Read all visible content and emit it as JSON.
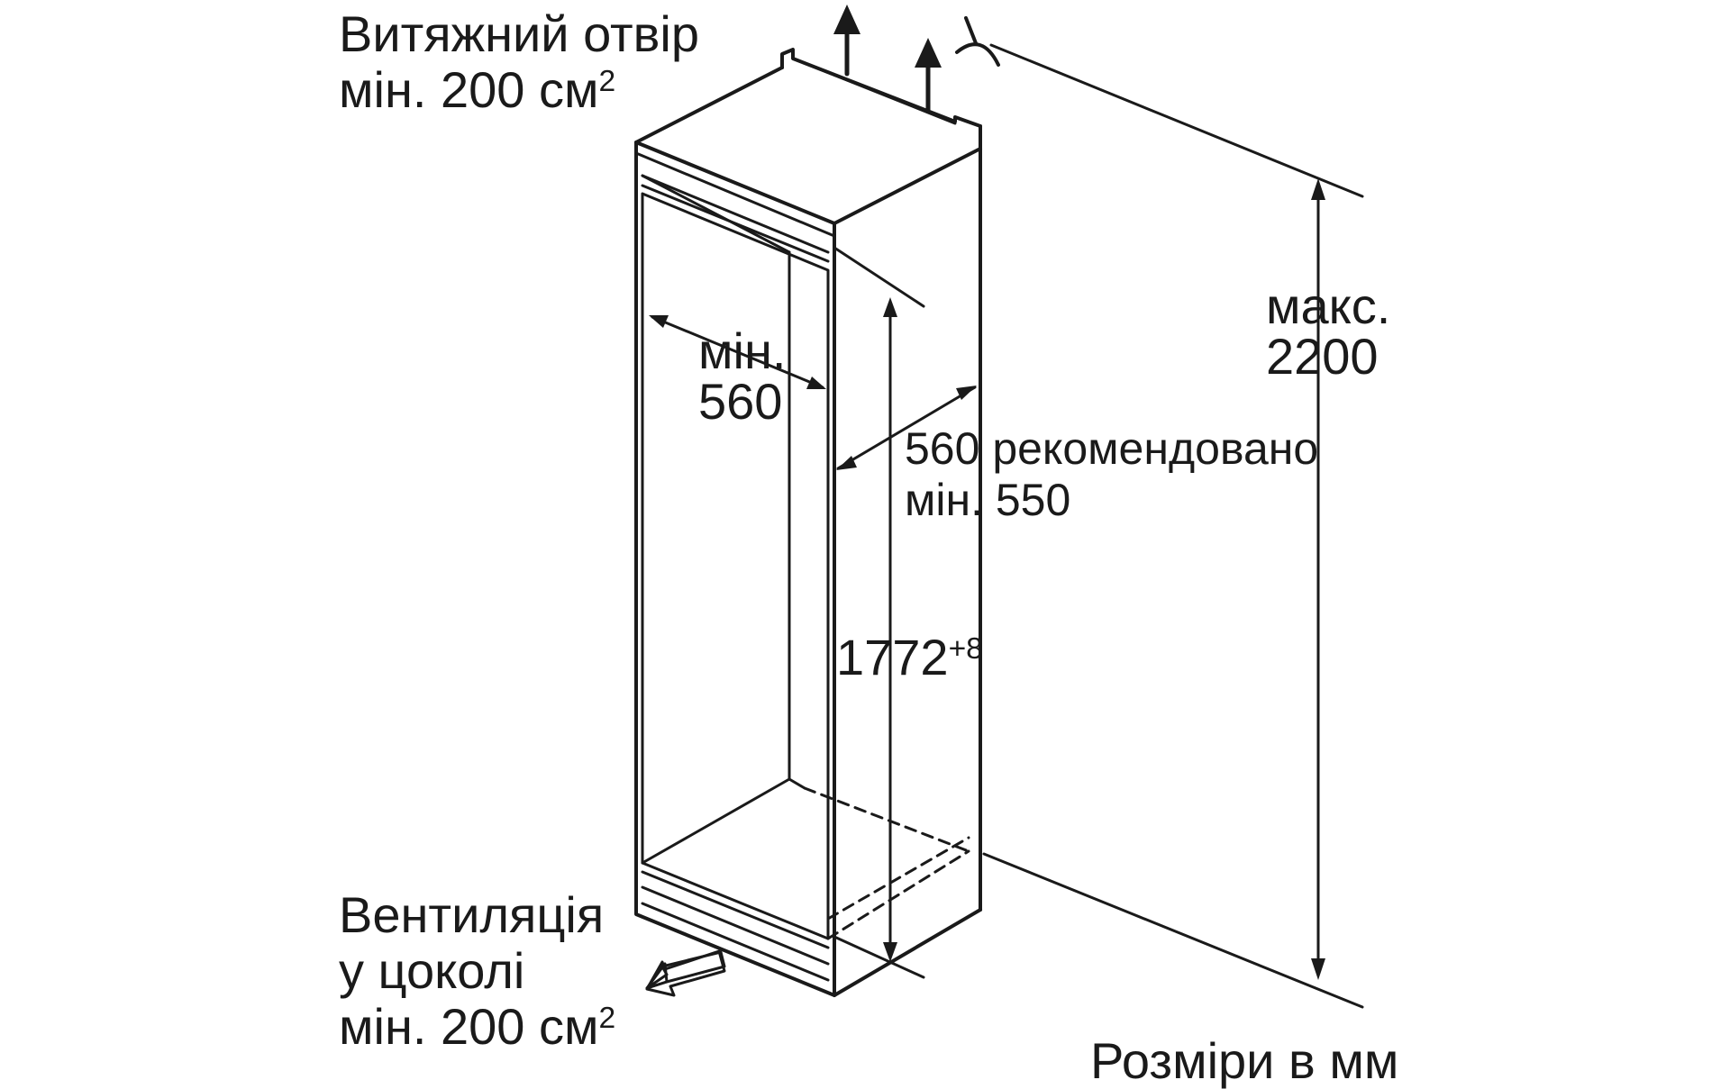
{
  "colors": {
    "stroke": "#1a1a1a",
    "background": "#ffffff"
  },
  "labels": {
    "exhaust_line1": "Витяжний отвір",
    "exhaust_line2": "мін. 200 см",
    "exhaust_sup": "2",
    "width_min_line1": "мін.",
    "width_min_line2": "560",
    "depth_rec_line1": "560 рекомендовано",
    "depth_rec_line2": "мін. 550",
    "height_value": "1772",
    "height_tolerance": "+8",
    "max_line1": "макс.",
    "max_line2": "2200",
    "vent_line1": "Вентиляція",
    "vent_line2": "у цоколі",
    "vent_line3": "мін. 200 см",
    "vent_sup": "2",
    "units": "Розміри в мм"
  },
  "icons": [
    "airflow-up-arrow-icon",
    "airflow-up-arrow-icon",
    "air-symbol-icon",
    "airflow-in-arrow-icon"
  ]
}
